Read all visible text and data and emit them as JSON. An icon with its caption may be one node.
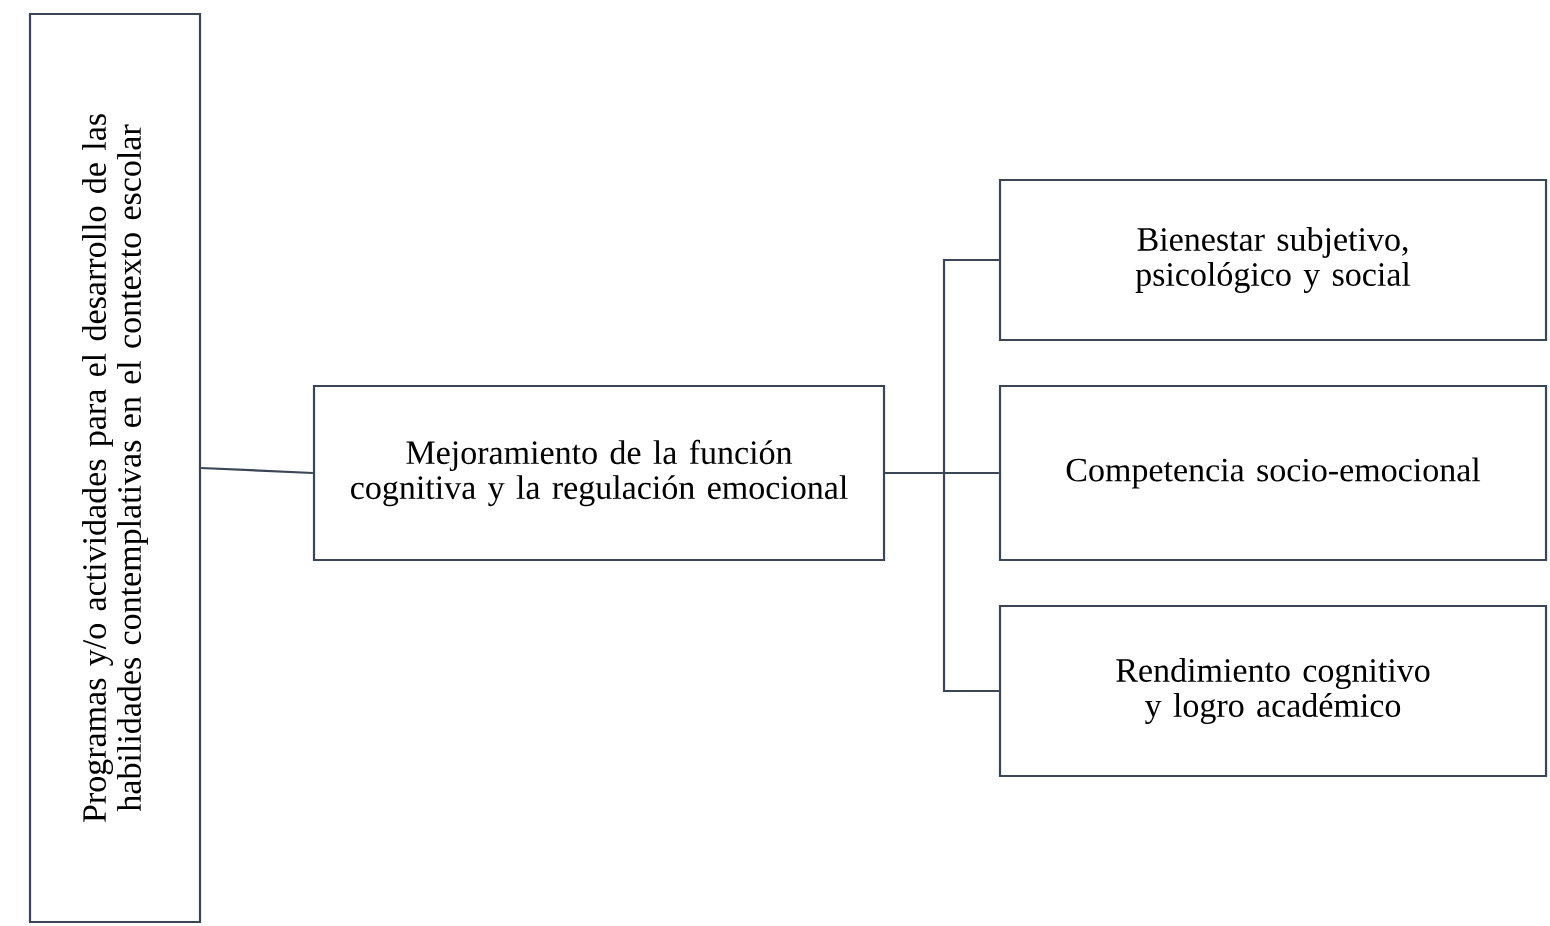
{
  "diagram": {
    "nodes": [
      {
        "text": [
          "Programas y/o actividades para el desarrollo de las habilidades contemplativas en el contexto escolar"
        ]
      },
      {
        "text": [
          "Mejoramiento de la función cognitiva y la regulación emocional"
        ]
      },
      {
        "text": [
          "Bienestar subjetivo, psicológico  y social"
        ]
      },
      {
        "text": [
          "Competencia socio-emocional"
        ]
      },
      {
        "text": [
          "Rendimiento cognitivo y logro académico"
        ]
      }
    ],
    "edges": [
      {
        "from": 0,
        "to": 1,
        "arrow": "none"
      },
      {
        "from": 1,
        "to": 2,
        "arrow": "none"
      },
      {
        "from": 1,
        "to": 3,
        "arrow": "none"
      },
      {
        "from": 1,
        "to": 4,
        "arrow": "none"
      }
    ]
  }
}
